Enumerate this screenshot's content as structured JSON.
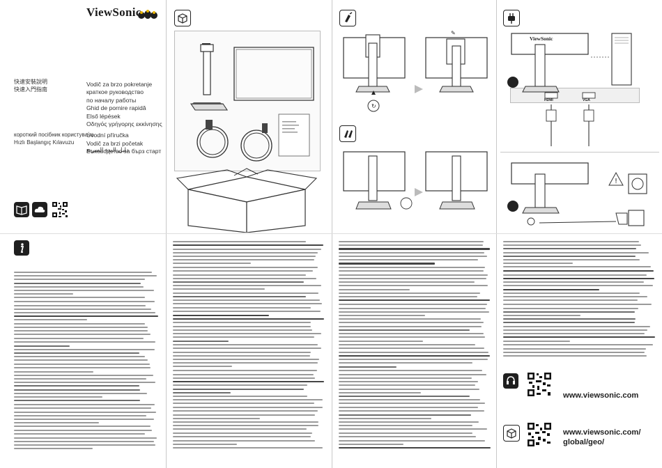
{
  "brand": {
    "name": "ViewSonic"
  },
  "cover": {
    "guide_titles": [
      "Vodič za brzo pokretanje",
      "краткое руководство",
      "по началу работы",
      "Ghid de pornire rapidă",
      "Első lépések",
      "Οδηγός γρήγορης εκκίνησης",
      "",
      "Úvodní příručka",
      "Vodič za brzi početak",
      "Ръководство за бърз старт"
    ],
    "cjk_titles": [
      "快速安裝說明",
      "快速入門指南"
    ],
    "extra_titles": [
      "короткий посібник користувача",
      "Hızlı Başlangıç Kılavuzu"
    ],
    "rtl_title": "دليل البدء السريع"
  },
  "monitor_labels": {
    "screen_brand": "ViewSonic",
    "hdmi": "HDMI",
    "vga": "VGA"
  },
  "links": {
    "main_url": "www.viewsonic.com",
    "geo_url_1": "www.viewsonic.com/",
    "geo_url_2": "global/geo/"
  },
  "icons": [
    "info-icon",
    "box-icon",
    "stand-icon",
    "power-plug-icon",
    "book-icon",
    "cloud-icon",
    "support-icon",
    "globe-icon"
  ],
  "colors": {
    "ink": "#222222",
    "text_gray": "#9a9a9a",
    "frame_gray": "#bbbbbb"
  }
}
